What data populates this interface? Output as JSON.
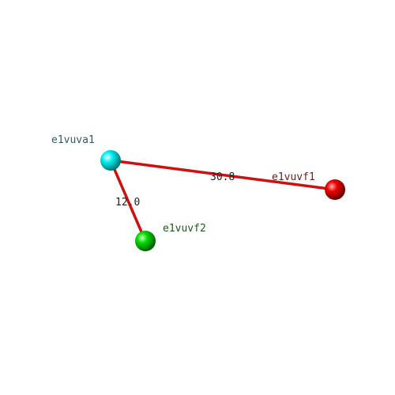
{
  "nodes": {
    "a": {
      "label": "e1vuva1",
      "color": "#00e5e5",
      "label_color": "#2f5f66"
    },
    "b": {
      "label": "e1vuvf1",
      "color": "#e60000",
      "label_color": "#6b1f1f"
    },
    "c": {
      "label": "e1vuvf2",
      "color": "#00cc00",
      "label_color": "#1f5a1f"
    }
  },
  "edges": [
    {
      "from": "a",
      "to": "b",
      "distance": "30.8",
      "color": "#cc1111"
    },
    {
      "from": "a",
      "to": "c",
      "distance": "12.0",
      "color": "#cc1111"
    }
  ]
}
